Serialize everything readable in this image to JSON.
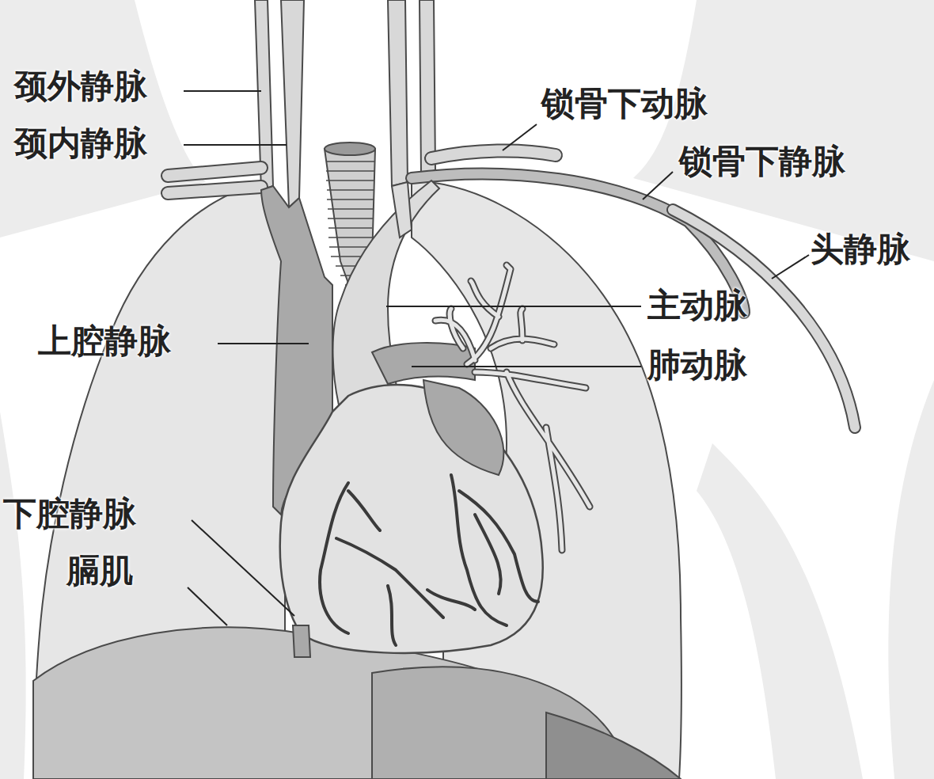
{
  "diagram": {
    "labels": [
      "颈外静脉",
      "颈内静脉",
      "锁骨下动脉",
      "锁骨下静脉",
      "头静脉",
      "主动脉",
      "肺动脉",
      "上腔静脉",
      "下腔静脉",
      "膈肌"
    ]
  }
}
